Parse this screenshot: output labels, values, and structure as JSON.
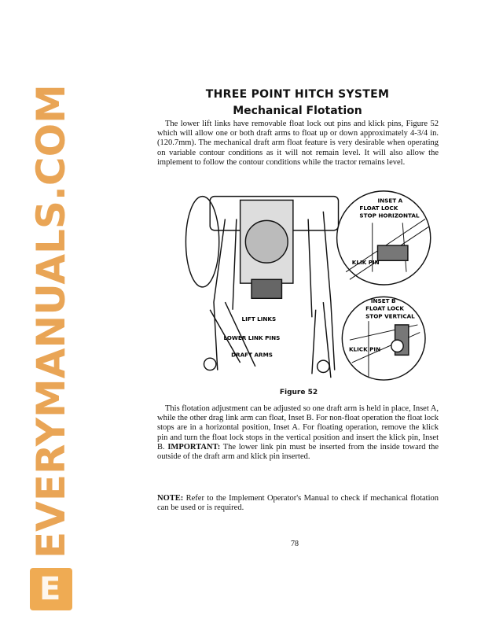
{
  "header": {
    "title": "THREE POINT HITCH SYSTEM",
    "subtitle": "Mechanical Flotation"
  },
  "body": {
    "paragraph1": "The lower lift links have removable float lock out pins and klick pins, Figure 52 which will allow one or both draft arms to float up or down approximately 4-3/4 in. (120.7mm). The mechanical draft arm float feature is very desirable when operating on variable contour conditions as it will not remain level. It will also allow the implement to follow the contour conditions while the tractor remains level.",
    "paragraph2_pre": "This flotation adjustment can be adjusted so one draft arm is held in place, Inset A, while the other drag link arm can float, Inset B. For non-float operation the float lock stops are in a horizontal position, Inset A. For floating operation, remove the klick pin and turn the float lock stops in the vertical position and insert the klick pin, Inset B.",
    "important_label": "IMPORTANT:",
    "paragraph2_post": "The lower link pin must be inserted from the inside toward the outside of the draft arm and klick pin inserted.",
    "note_label": "NOTE:",
    "note_text": "Refer to the Implement Operator's Manual to check if mechanical flotation can be used or is required."
  },
  "figure": {
    "caption": "Figure 52",
    "labels": {
      "lift_links": "LIFT LINKS",
      "lower_link_pins": "LOWER LINK PINS",
      "draft_arms": "DRAFT ARMS",
      "inset_a_title": "INSET A",
      "inset_a_line1": "FLOAT LOCK",
      "inset_a_line2": "STOP HORIZONTAL",
      "inset_a_pin": "KLIK PIN",
      "inset_b_title": "INSET B",
      "inset_b_line1": "FLOAT LOCK",
      "inset_b_line2": "STOP VERTICAL",
      "inset_b_pin": "KLICK PIN"
    }
  },
  "footer": {
    "page_number": "78"
  },
  "watermark": {
    "text": "EVERYMANUALS.COM",
    "logo_letter": "E",
    "color": "#e38a1e"
  }
}
